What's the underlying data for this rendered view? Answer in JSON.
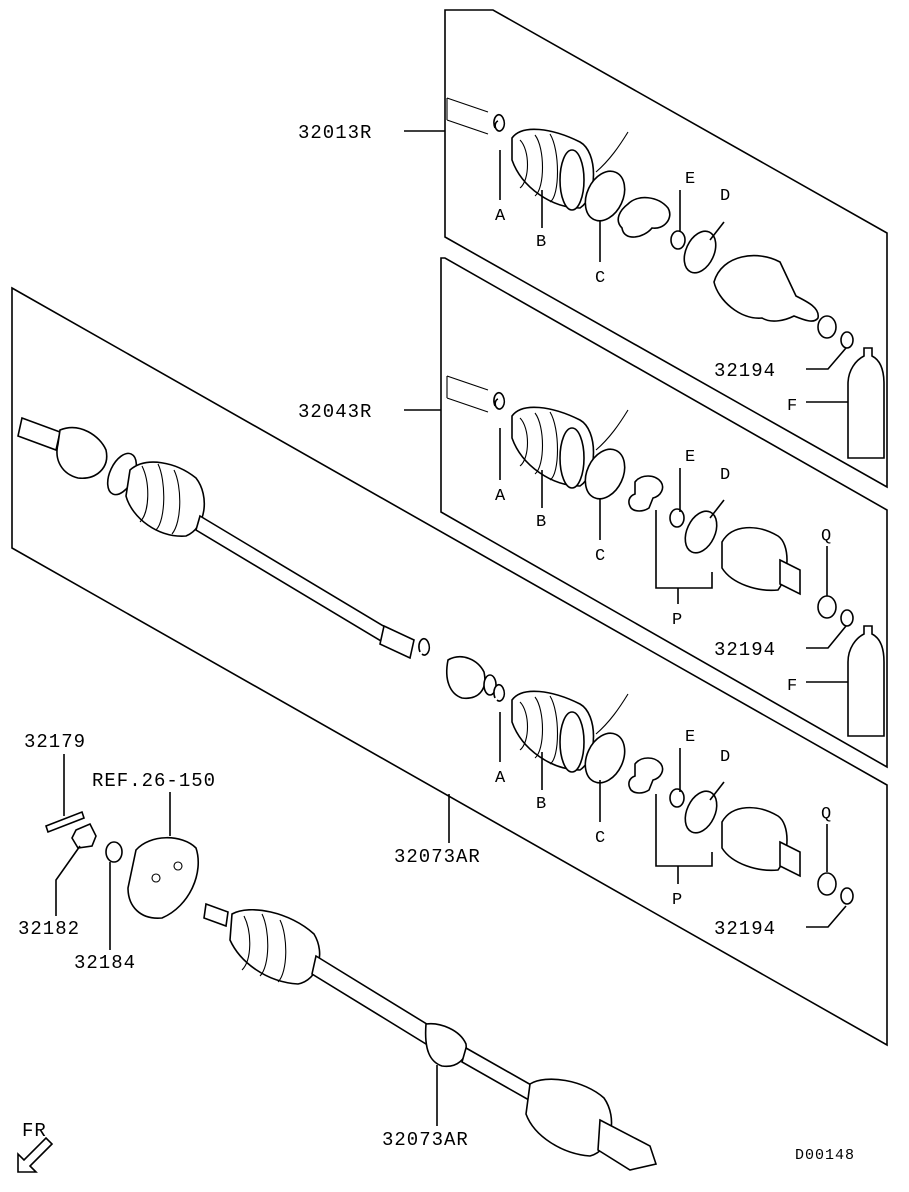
{
  "diagram": {
    "callouts": {
      "kit_upper": "32013R",
      "kit_middle": "32043R",
      "shaft_assembly": "32073AR",
      "shaft_lower": "32073AR",
      "cotter_pin": "32179",
      "reference": "REF.26-150",
      "nut": "32182",
      "washer": "32184",
      "circlip_upper": "32194",
      "circlip_middle": "32194",
      "circlip_lower": "32194"
    },
    "letters": {
      "band_a": "A",
      "boot_b": "B",
      "band_c": "C",
      "snap_ring_e": "E",
      "snap_ring_d": "D",
      "grease_f": "F",
      "tripod_p": "P",
      "ring_q": "Q"
    },
    "direction_label": "FR",
    "diagram_id": "D00148"
  }
}
